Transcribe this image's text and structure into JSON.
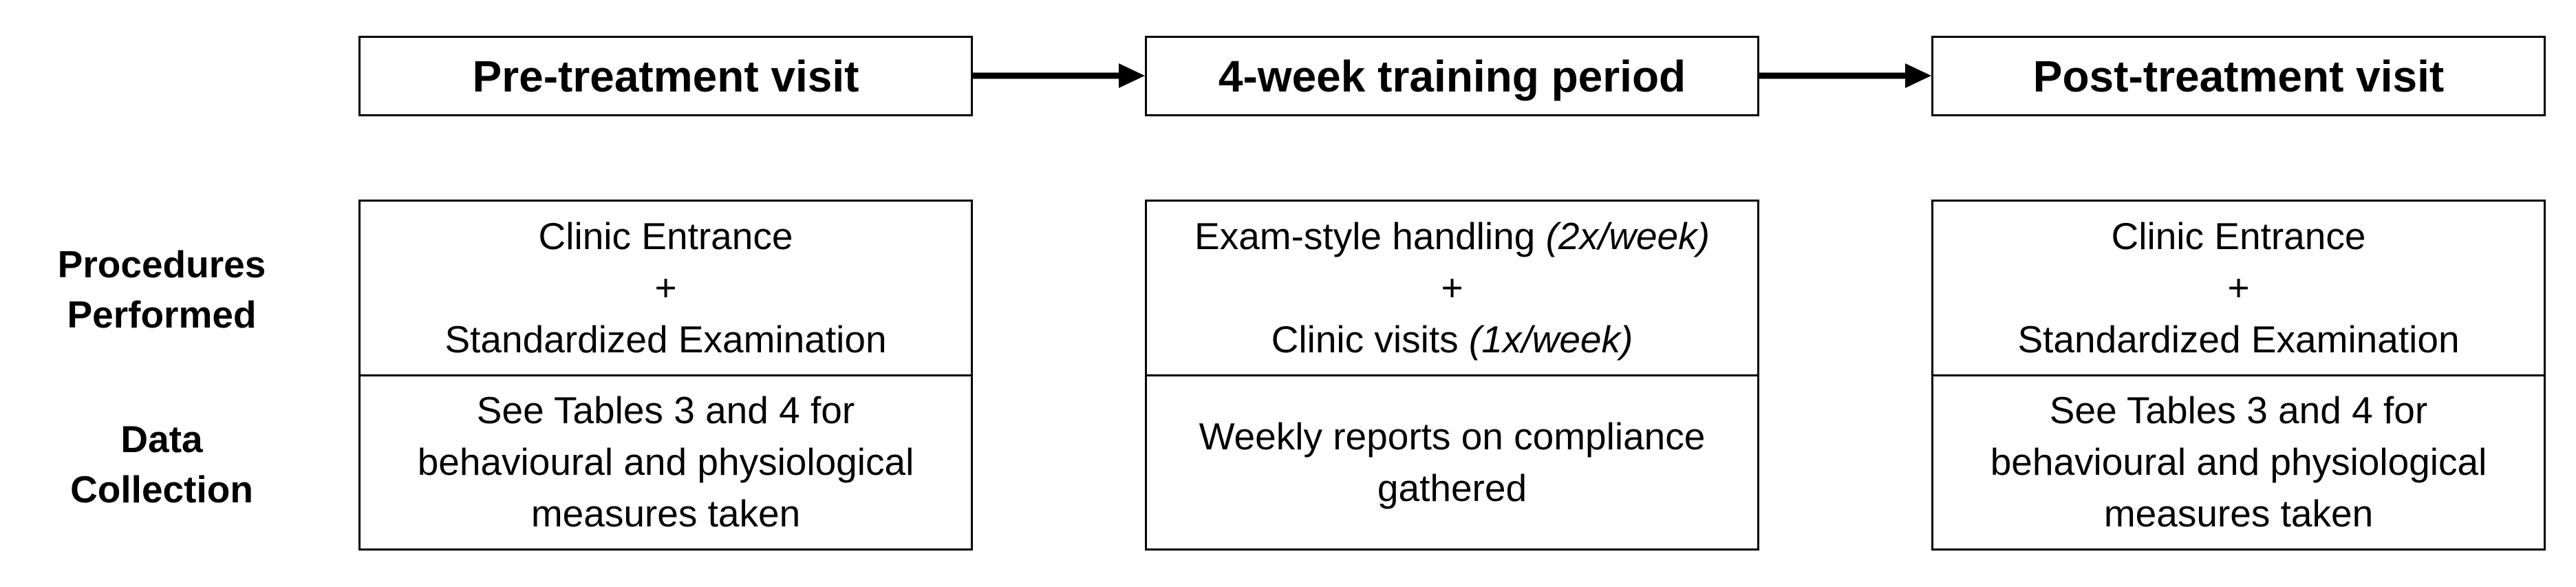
{
  "stages": [
    {
      "title": "Pre-treatment visit",
      "procedures": [
        "Clinic Entrance",
        "+",
        "Standardized Examination"
      ],
      "data_collection": [
        "See Tables 3 and 4 for",
        "behavioural and physiological",
        "measures taken"
      ]
    },
    {
      "title": "4-week training period",
      "procedures": {
        "line1_text": "Exam-style handling ",
        "line1_note": "(2x/week)",
        "plus": "+",
        "line3_text": "Clinic visits ",
        "line3_note": "(1x/week)"
      },
      "data_collection": [
        "Weekly reports on compliance",
        "gathered"
      ]
    },
    {
      "title": "Post-treatment visit",
      "procedures": [
        "Clinic Entrance",
        "+",
        "Standardized Examination"
      ],
      "data_collection": [
        "See Tables 3 and 4 for",
        "behavioural and physiological",
        "measures taken"
      ]
    }
  ],
  "row_labels": {
    "procedures": [
      "Procedures",
      "Performed"
    ],
    "data_collection": [
      "Data",
      "Collection"
    ]
  }
}
